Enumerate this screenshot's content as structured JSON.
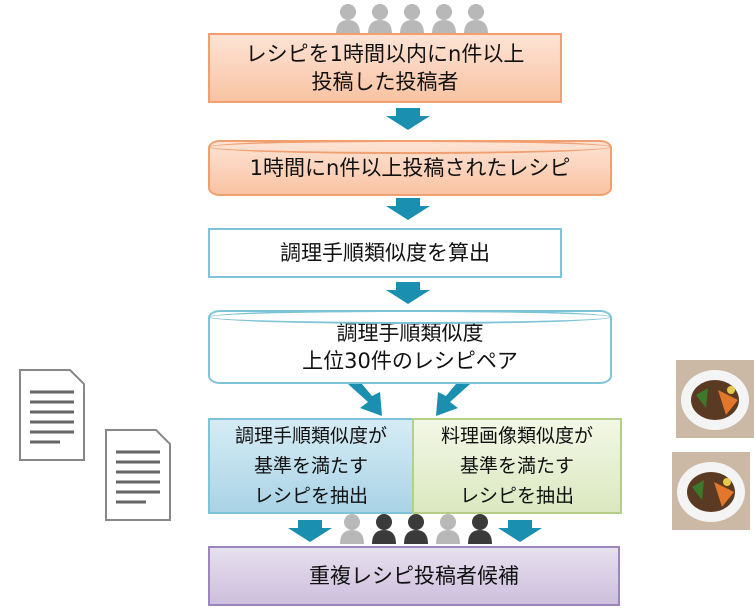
{
  "steps": {
    "s1": "レシピを1時間以内にn件以上\n投稿した投稿者",
    "s2": "1時間にn件以上投稿されたレシピ",
    "s3": "調理手順類似度を算出",
    "s4": "調理手順類似度\n上位30件のレシピペア",
    "s5a": "調理手順類似度が\n基準を満たす\nレシピを抽出",
    "s5b": "料理画像類似度が\n基準を満たす\nレシピを抽出",
    "s6": "重複レシピ投稿者候補"
  },
  "colors": {
    "arrow": "#1a8fb0",
    "person_gray": "#b8b8b8",
    "person_dark": "#3a3a3a"
  }
}
